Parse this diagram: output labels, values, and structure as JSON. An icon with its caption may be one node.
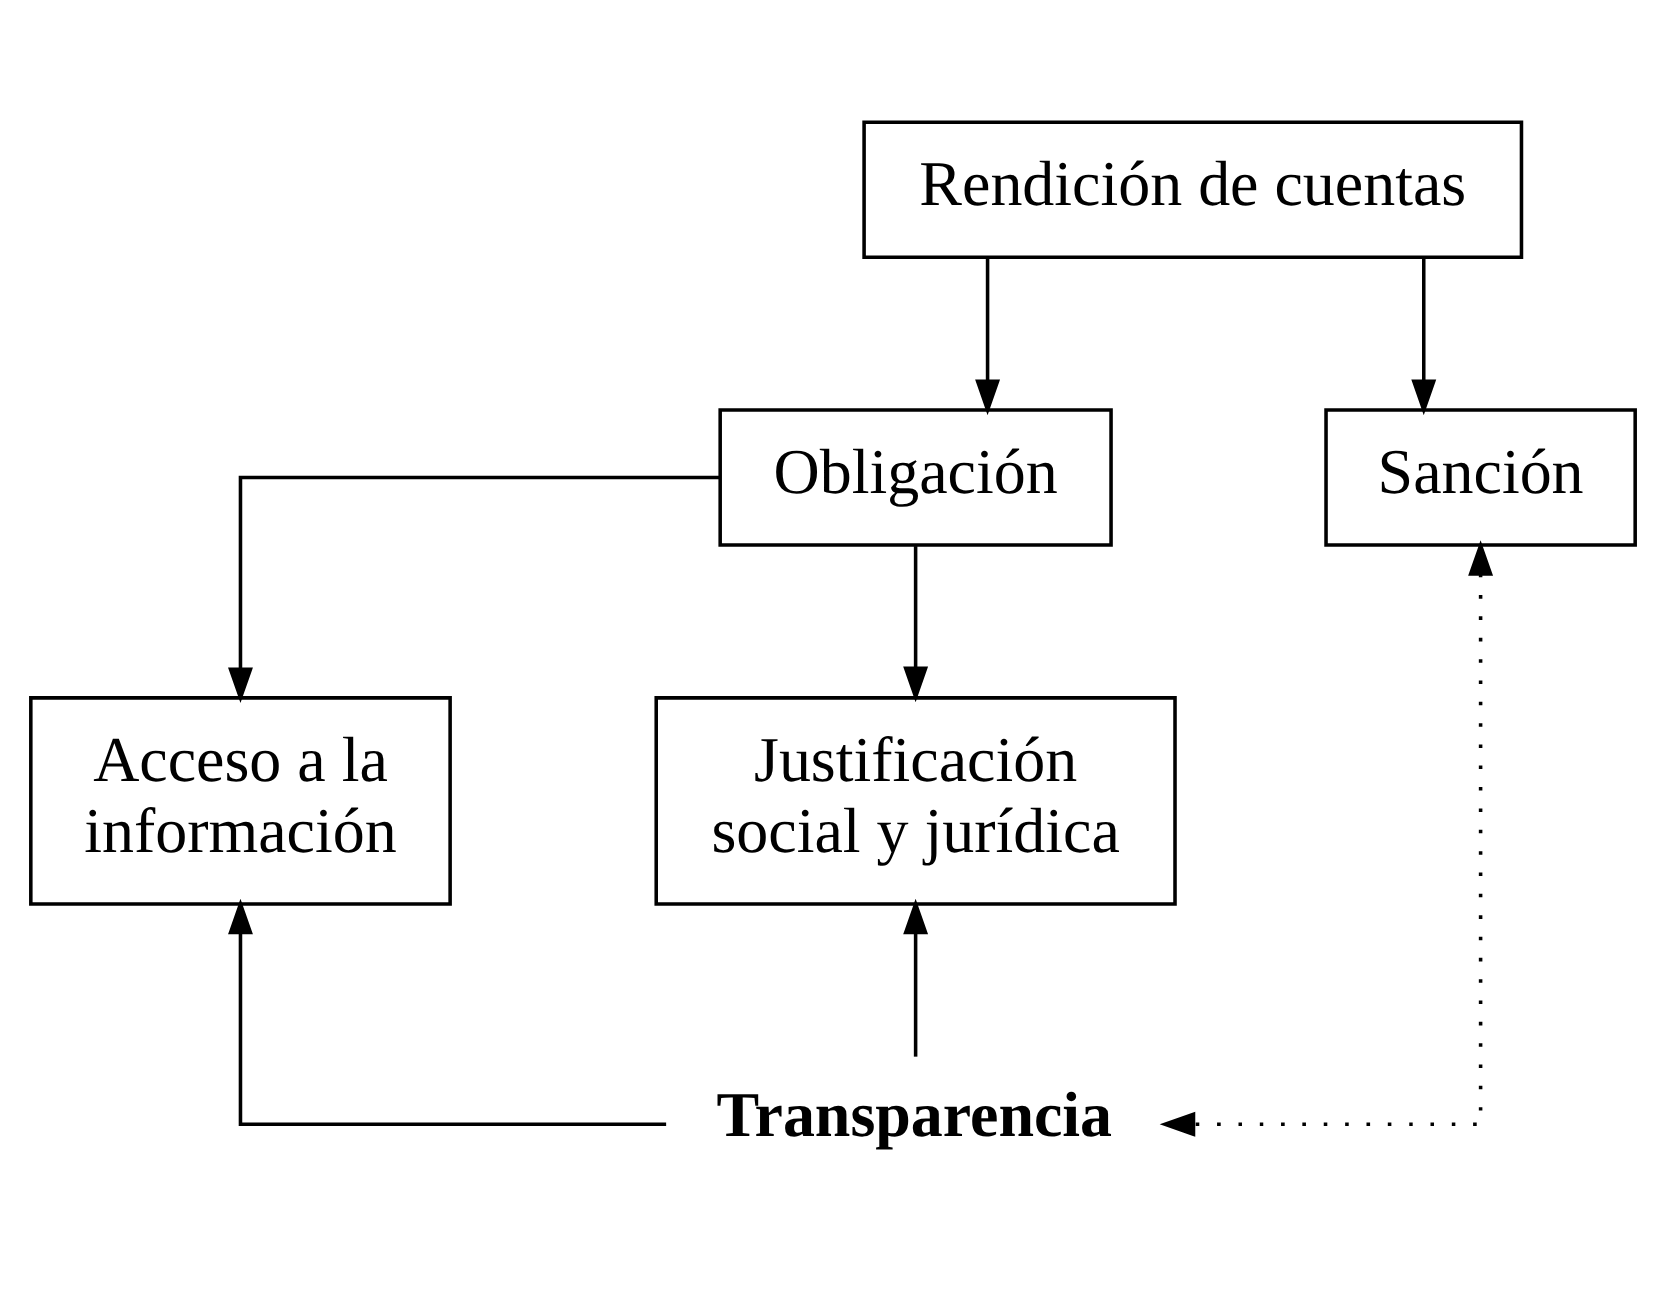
{
  "diagram": {
    "nodes": [
      {
        "text": [
          "Rendición de cuentas"
        ]
      },
      {
        "text": [
          "Obligación"
        ]
      },
      {
        "text": [
          "Sanción"
        ]
      },
      {
        "text": [
          "Acceso a la información"
        ]
      },
      {
        "text": [
          "Justificación social y jurídica"
        ]
      },
      {
        "text": [
          "Transparencia"
        ]
      }
    ],
    "edges": [
      {
        "from": 0,
        "to": 1,
        "arrow": "to"
      },
      {
        "from": 0,
        "to": 2,
        "arrow": "to"
      },
      {
        "from": 1,
        "to": 3,
        "arrow": "to"
      },
      {
        "from": 1,
        "to": 4,
        "arrow": "to"
      },
      {
        "from": 5,
        "to": 3,
        "arrow": "to"
      },
      {
        "from": 5,
        "to": 4,
        "arrow": "to"
      },
      {
        "from": 5,
        "to": 2,
        "arrow": "both",
        "style": "dashed"
      }
    ]
  }
}
